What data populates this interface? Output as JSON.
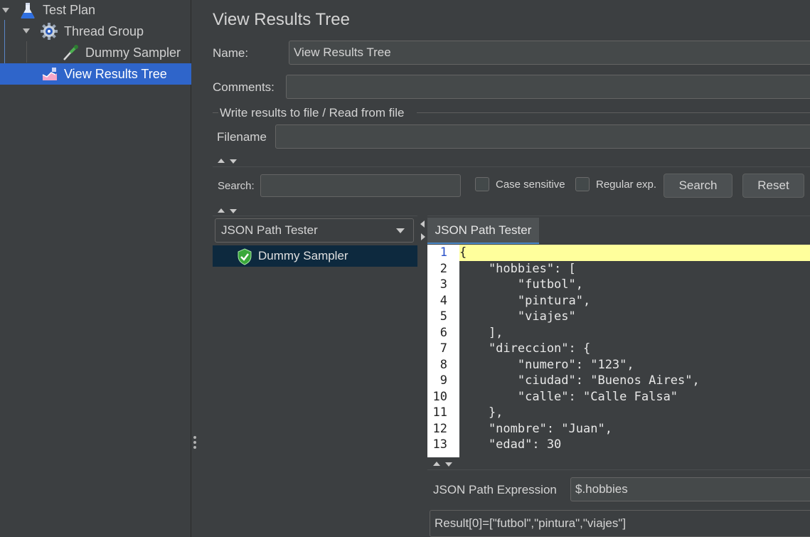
{
  "tree": {
    "items": [
      {
        "label": "Test Plan",
        "icon": "flask-icon"
      },
      {
        "label": "Thread Group",
        "icon": "gear-icon"
      },
      {
        "label": "Dummy Sampler",
        "icon": "pipette-icon"
      },
      {
        "label": "View Results Tree",
        "icon": "chart-icon",
        "selected": true
      }
    ]
  },
  "panel": {
    "title": "View Results Tree",
    "name_label": "Name:",
    "name_value": "View Results Tree",
    "comments_label": "Comments:",
    "comments_value": "",
    "file_group_title": "Write results to file / Read from file",
    "filename_label": "Filename",
    "filename_value": ""
  },
  "search": {
    "label": "Search:",
    "value": "",
    "case_sensitive_label": "Case sensitive",
    "regex_label": "Regular exp.",
    "search_button": "Search",
    "reset_button": "Reset"
  },
  "results": {
    "renderer_selected": "JSON Path Tester",
    "items": [
      {
        "label": "Dummy Sampler",
        "status": "success"
      }
    ]
  },
  "tester": {
    "tab_label": "JSON Path Tester",
    "line_numbers": [
      "1",
      "2",
      "3",
      "4",
      "5",
      "6",
      "7",
      "8",
      "9",
      "10",
      "11",
      "12",
      "13"
    ],
    "code_lines": [
      "{",
      "    \"hobbies\": [",
      "        \"futbol\",",
      "        \"pintura\",",
      "        \"viajes\"",
      "    ],",
      "    \"direccion\": {",
      "        \"numero\": \"123\",",
      "        \"ciudad\": \"Buenos Aires\",",
      "        \"calle\": \"Calle Falsa\"",
      "    },",
      "    \"nombre\": \"Juan\",",
      "    \"edad\": 30"
    ],
    "expression_label": "JSON Path Expression",
    "expression_value": "$.hobbies",
    "result_text": "Result[0]=[\"futbol\",\"pintura\",\"viajes\"]"
  },
  "colors": {
    "background": "#3c3f41",
    "selection": "#2f65ca",
    "current_line": "#ffff9c",
    "success": "#3aa83a"
  }
}
